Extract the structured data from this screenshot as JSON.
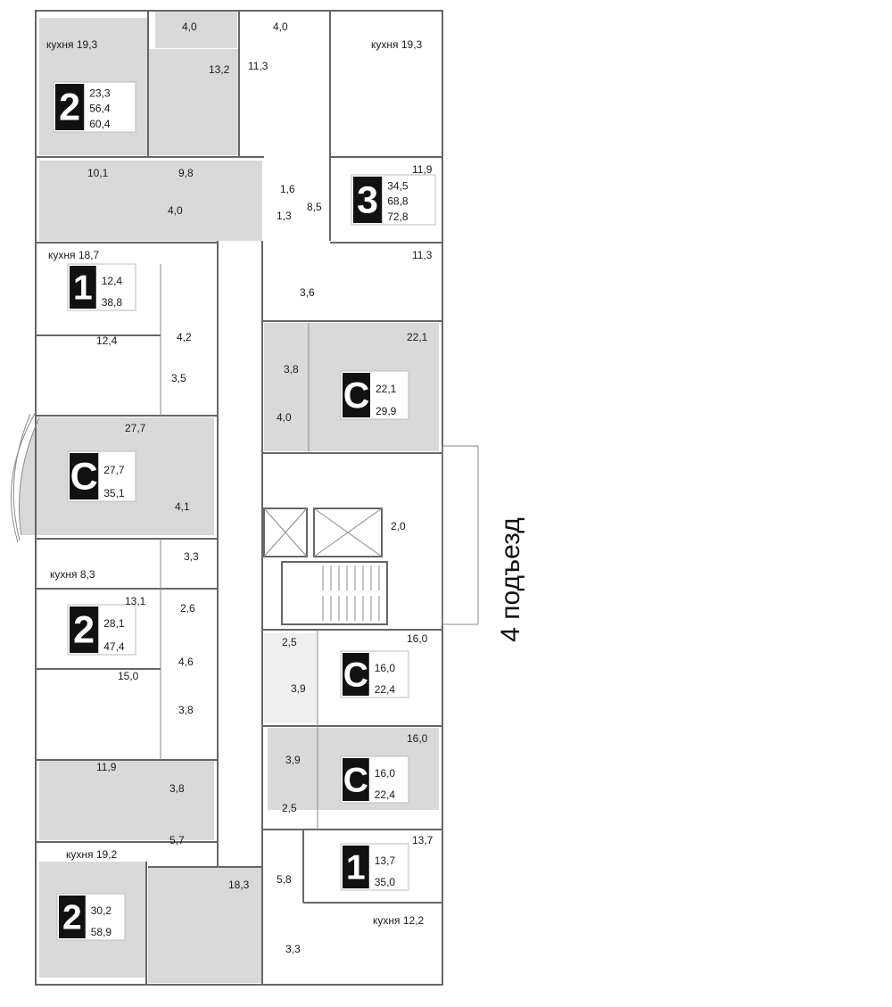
{
  "entrance_label": "4 подъезд",
  "colors": {
    "background": "#ffffff",
    "room_grey": "#d9d9d9",
    "room_light": "#f3f3f3",
    "wall": "#666666",
    "badge": "#111111"
  },
  "apartments": [
    {
      "type": "2",
      "lines": [
        "23,3",
        "56,4",
        "60,4"
      ]
    },
    {
      "type": "3",
      "lines": [
        "34,5",
        "68,8",
        "72,8"
      ]
    },
    {
      "type": "1",
      "lines": [
        "12,4",
        "38,8"
      ]
    },
    {
      "type": "С",
      "lines": [
        "22,1",
        "29,9"
      ]
    },
    {
      "type": "С",
      "lines": [
        "27,7",
        "35,1"
      ]
    },
    {
      "type": "2",
      "lines": [
        "28,1",
        "47,4"
      ]
    },
    {
      "type": "С",
      "lines": [
        "16,0",
        "22,4"
      ]
    },
    {
      "type": "С",
      "lines": [
        "16,0",
        "22,4"
      ]
    },
    {
      "type": "1",
      "lines": [
        "13,7",
        "35,0"
      ]
    },
    {
      "type": "2",
      "lines": [
        "30,2",
        "58,9"
      ]
    }
  ],
  "room_labels": [
    "4,0",
    "4,0",
    "кухня 19,3",
    "кухня 19,3",
    "13,2",
    "11,3",
    "10,1",
    "9,8",
    "1,6",
    "11,9",
    "4,0",
    "8,5",
    "1,3",
    "кухня 18,7",
    "11,3",
    "3,6",
    "4,2",
    "12,4",
    "22,1",
    "3,5",
    "3,8",
    "4,0",
    "27,7",
    "4,1",
    "2,0",
    "3,3",
    "кухня 8,3",
    "13,1",
    "2,6",
    "2,5",
    "16,0",
    "4,6",
    "3,9",
    "15,0",
    "3,8",
    "16,0",
    "3,9",
    "11,9",
    "3,8",
    "2,5",
    "5,7",
    "13,7",
    "кухня 19,2",
    "18,3",
    "5,8",
    "кухня 12,2",
    "3,3"
  ]
}
